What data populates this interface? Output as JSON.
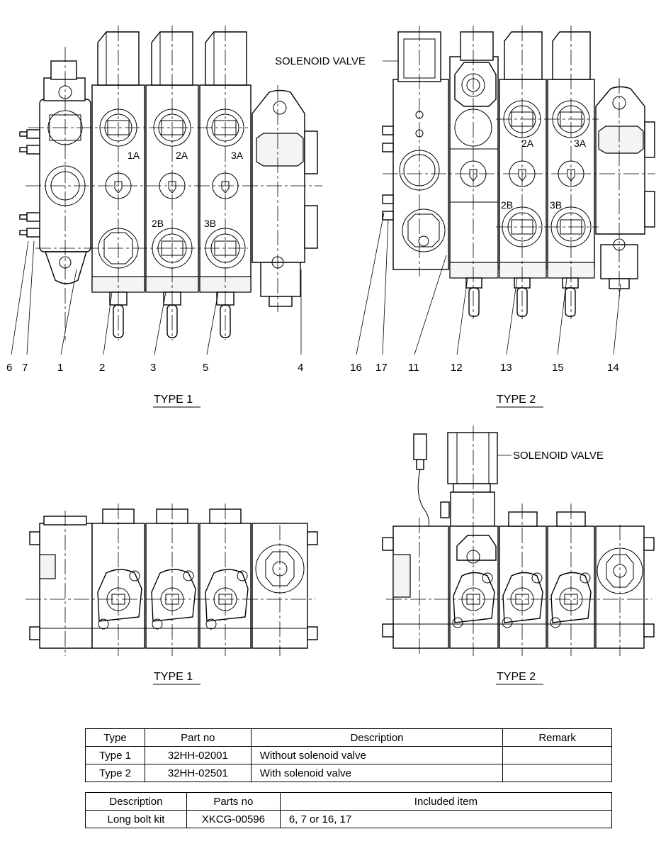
{
  "views": {
    "top_left_caption": "TYPE 1",
    "top_right_caption": "TYPE 2",
    "bottom_left_caption": "TYPE 1",
    "bottom_right_caption": "TYPE 2",
    "solenoid_label_top": "SOLENOID VALVE",
    "solenoid_label_bottom": "SOLENOID VALVE"
  },
  "callouts_type1": [
    "6",
    "7",
    "1",
    "2",
    "3",
    "5",
    "4"
  ],
  "callouts_type2": [
    "16",
    "17",
    "11",
    "12",
    "13",
    "15",
    "14"
  ],
  "port_labels_type1": [
    "1A",
    "2A",
    "3A",
    "2B",
    "3B"
  ],
  "port_labels_type2": [
    "2A",
    "3A",
    "2B",
    "3B"
  ],
  "type_table": {
    "headers": [
      "Type",
      "Part no",
      "Description",
      "Remark"
    ],
    "rows": [
      [
        "Type 1",
        "32HH-02001",
        "Without solenoid valve",
        ""
      ],
      [
        "Type 2",
        "32HH-02501",
        "With solenoid valve",
        ""
      ]
    ]
  },
  "kit_table": {
    "headers": [
      "Description",
      "Parts no",
      "Included item"
    ],
    "rows": [
      [
        "Long bolt kit",
        "XKCG-00596",
        "6, 7 or 16, 17"
      ]
    ]
  }
}
